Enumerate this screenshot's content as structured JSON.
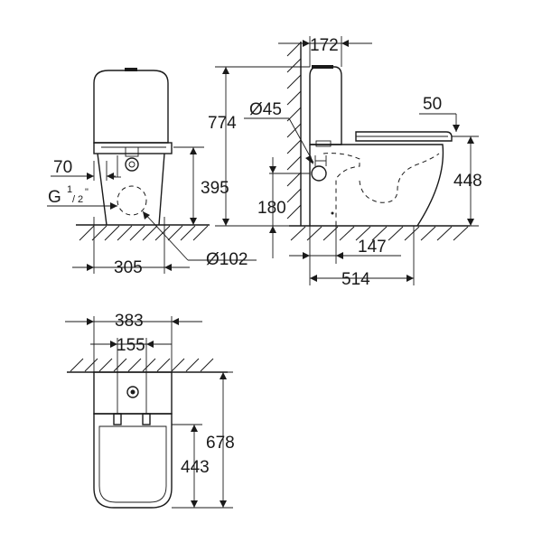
{
  "side_view": {
    "dim_width": "305",
    "dim_outlet_height": "70",
    "dim_inlet_label": "G",
    "dim_inlet_num": "1",
    "dim_inlet_den": "2",
    "dim_inlet_unit": "\"",
    "dim_inlet_height": "395",
    "dim_outlet_diameter": "Ø102"
  },
  "profile_view": {
    "dim_tank_depth": "172",
    "dim_total_height": "774",
    "dim_inlet_diameter": "Ø45",
    "dim_seat_overhang": "50",
    "dim_seat_height": "448",
    "dim_outlet_center": "180",
    "dim_outlet_offset": "147",
    "dim_projection": "514"
  },
  "top_view": {
    "dim_total_width": "383",
    "dim_fixing_spacing": "155",
    "dim_total_length": "678",
    "dim_bowl_length": "443"
  }
}
